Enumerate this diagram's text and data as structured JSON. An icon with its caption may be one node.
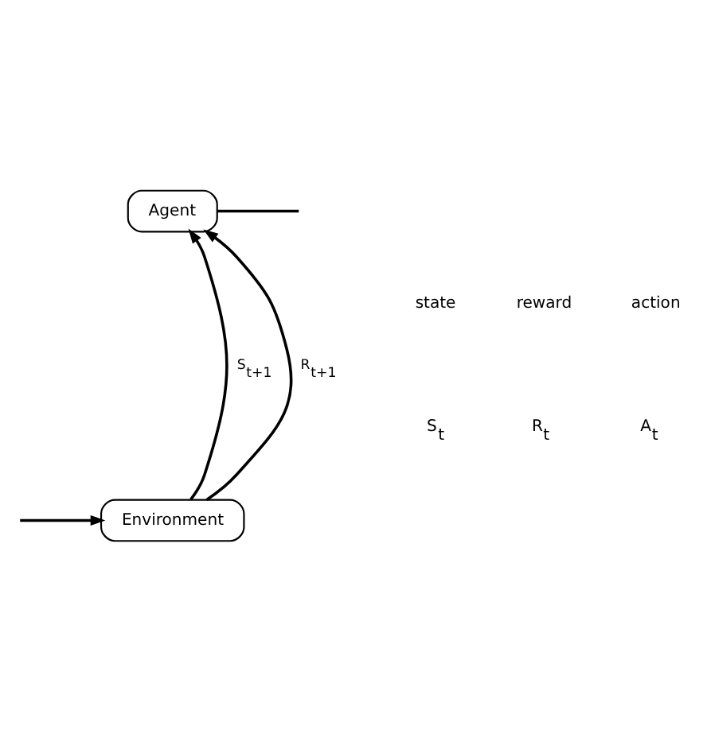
{
  "diagram": {
    "nodes": [
      {
        "text": [
          "Agent"
        ]
      },
      {
        "text": [
          "Environment"
        ]
      }
    ],
    "edges": [
      {
        "from": 1,
        "to": 0,
        "arrow": "to",
        "label": "S$_{t+1}$"
      },
      {
        "from": 1,
        "to": 0,
        "arrow": "to",
        "label": "R$_{t+1}$"
      },
      {
        "from": 0,
        "to": null,
        "arrow": "none"
      },
      {
        "from": null,
        "to": 1,
        "arrow": "to"
      }
    ],
    "labels": [
      "state",
      "reward",
      "action",
      "S$_{t}$",
      "R$_{t}$",
      "A$_{t}$"
    ]
  }
}
